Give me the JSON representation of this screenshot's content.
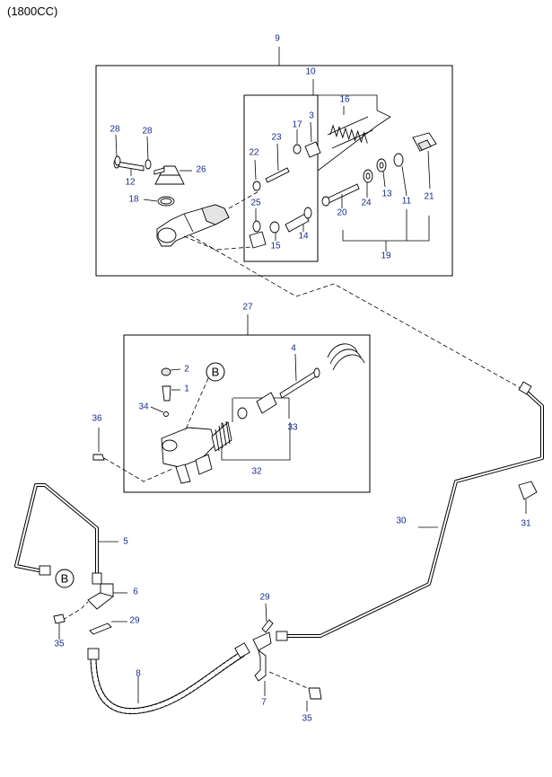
{
  "title": "(1800CC)",
  "callout_letter": "B",
  "labels": {
    "p9": "9",
    "p10": "10",
    "p16": "16",
    "p28a": "28",
    "p28b": "28",
    "p23": "23",
    "p17": "17",
    "p3a": "3",
    "p22": "22",
    "p12": "12",
    "p26": "26",
    "p18": "18",
    "p25": "25",
    "p24": "24",
    "p13": "13",
    "p11": "11",
    "p21": "21",
    "p20": "20",
    "p15": "15",
    "p14": "14",
    "p19": "19",
    "p27": "27",
    "p4": "4",
    "p2": "2",
    "p1": "1",
    "p34": "34",
    "p33": "33",
    "p36": "36",
    "p32": "32",
    "p30": "30",
    "p31": "31",
    "p5": "5",
    "p6": "6",
    "p29a": "29",
    "p29b": "29",
    "p35a": "35",
    "p8": "8",
    "p7": "7",
    "p35b": "35"
  }
}
